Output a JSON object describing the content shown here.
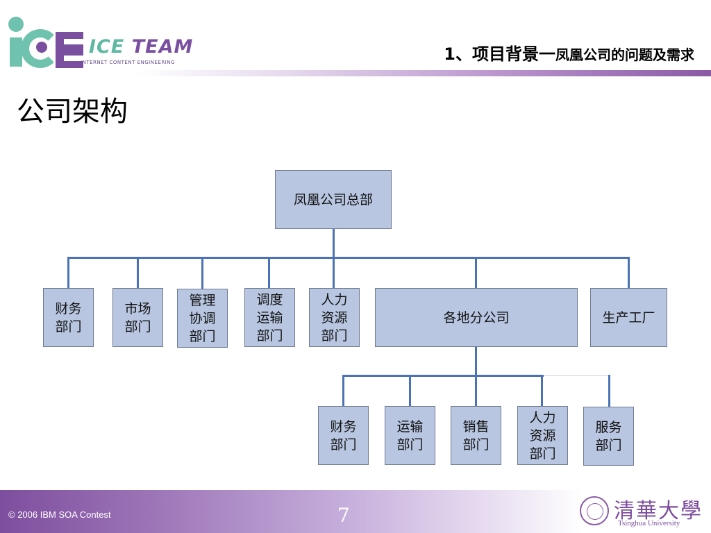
{
  "header": {
    "logo": {
      "text_ice": "ICE",
      "text_team": "TEAM",
      "tagline": "INTERNET  CONTENT  ENGINEERING"
    },
    "title_main": "1、项目背景一",
    "title_sub": "凤凰公司的问题及需求"
  },
  "heading": "公司架构",
  "org_chart": {
    "root": "凤凰公司总部",
    "departments": [
      "财务\n部门",
      "市场\n部门",
      "管理\n协调\n部门",
      "调度\n运输\n部门",
      "人力\n资源\n部门",
      "各地分公司",
      "生产工厂"
    ],
    "branch_departments": [
      "财务\n部门",
      "运输\n部门",
      "销售\n部门",
      "人力\n资源\n部门",
      "服务\n部门"
    ]
  },
  "footer": {
    "copyright": "© 2006 IBM SOA Contest",
    "page_number": "7",
    "university_cn": "清華大學",
    "university_en": "Tsinghua University"
  },
  "colors": {
    "box_fill": "#b8c6e1",
    "connector": "#4b72b5",
    "brand_purple": "#7a4fa0",
    "brand_teal": "#6fc3ae"
  }
}
